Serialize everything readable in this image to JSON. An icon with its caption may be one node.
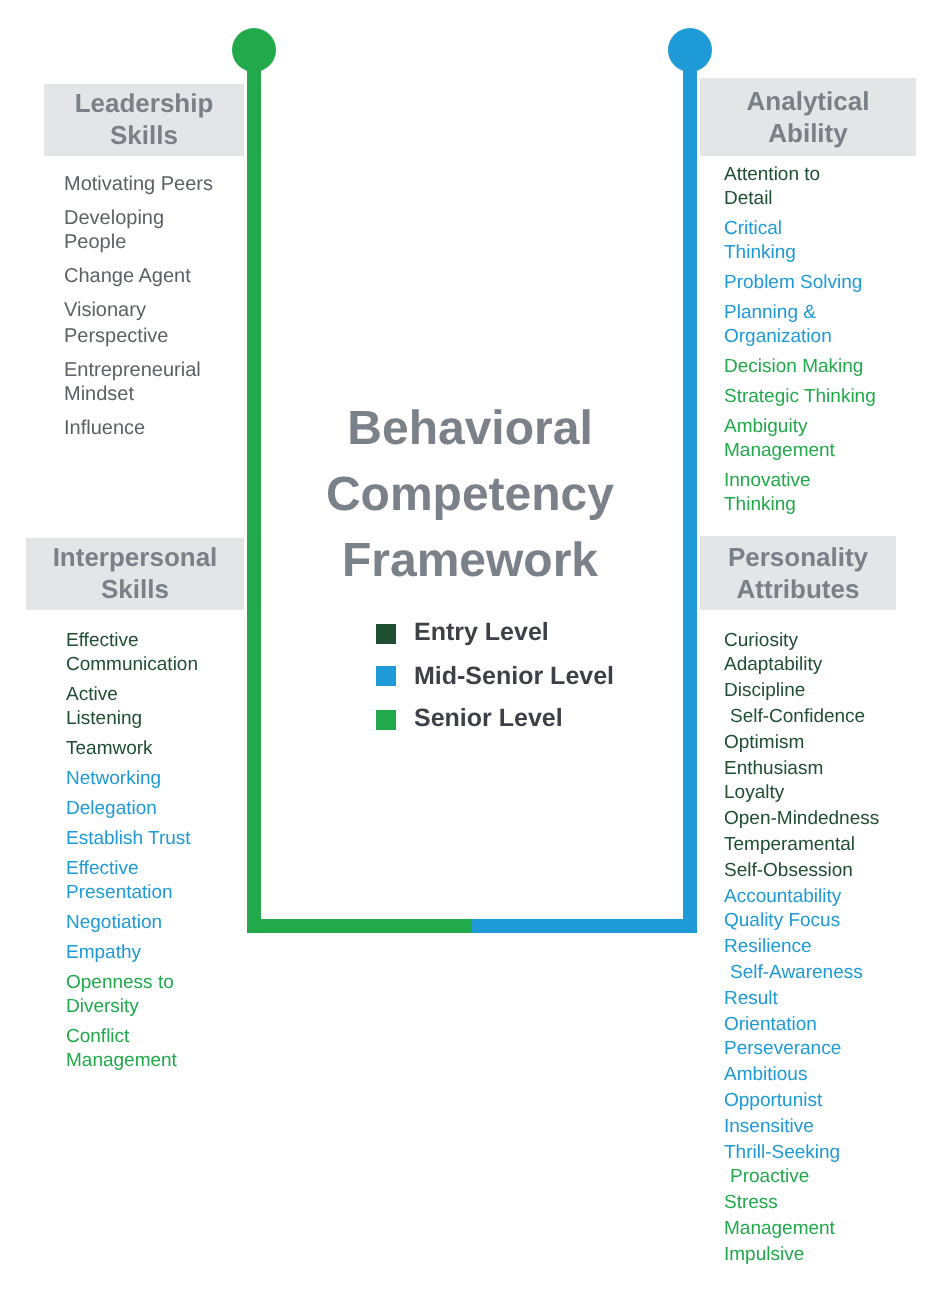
{
  "diagram": {
    "title": "Behavioral Competency Framework",
    "nodes": [
      {
        "text": [
          "Leadership Skills"
        ],
        "beside": [
          "Motivating Peers",
          "Developing People",
          "Change Agent",
          "Visionary Perspective",
          "Entrepreneurial Mindset",
          "Influence"
        ]
      },
      {
        "text": [
          "Interpersonal Skills"
        ],
        "beside": [
          "Effective Communication",
          "Active Listening",
          "Teamwork",
          "Networking",
          "Delegation",
          "Establish Trust",
          "Effective Presentation",
          "Negotiation",
          "Empathy",
          "Openness to Diversity",
          "Conflict Management"
        ]
      },
      {
        "text": [
          "Analytical Ability"
        ],
        "beside": [
          "Attention to Detail",
          "Critical Thinking",
          "Problem Solving",
          "Planning & Organization",
          "Decision Making",
          "Strategic Thinking",
          "Ambiguity Management",
          "Innovative Thinking"
        ]
      },
      {
        "text": [
          "Personality Attributes"
        ],
        "beside": [
          "Curiosity",
          "Adaptability",
          "Discipline",
          "Self-Confidence",
          "Optimism",
          "Enthusiasm",
          "Loyalty",
          "Open-Mindedness",
          "Temperamental",
          "Self-Obsession",
          "Accountability",
          "Quality Focus",
          "Resilience",
          "Self-Awareness",
          "Result Orientation",
          "Perseverance",
          "Ambitious",
          "Opportunist",
          "Insensitive",
          "Thrill-Seeking",
          "Proactive",
          "Stress Management",
          "Impulsive"
        ]
      }
    ],
    "legend": [
      {
        "text": "Entry Level",
        "color": "#1f4e33"
      },
      {
        "text": "Mid-Senior Level",
        "color": "#1e9ad6"
      },
      {
        "text": "Senior Level",
        "color": "#22a94b"
      }
    ]
  }
}
